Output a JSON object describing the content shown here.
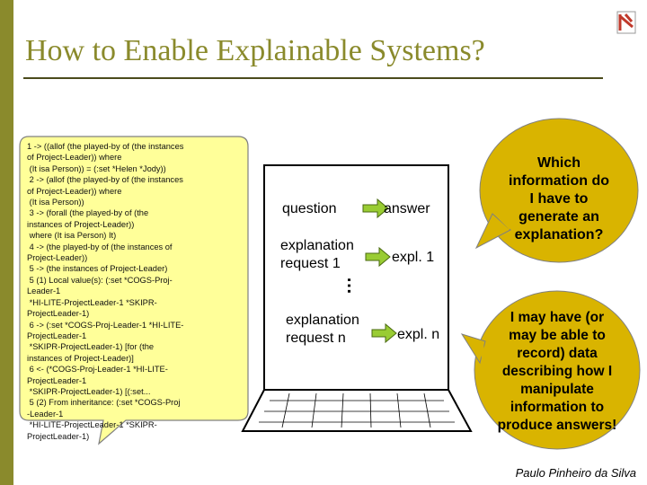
{
  "slide": {
    "title": "How to Enable Explainable Systems?",
    "author": "Paulo Pinheiro da Silva"
  },
  "trace": {
    "lines": [
      "1 -> ((allof (the played-by of (the instances",
      "of Project-Leader)) where",
      " (It isa Person)) = (:set *Helen *Jody))",
      " 2 -> (allof (the played-by of (the instances",
      "of Project-Leader)) where",
      " (It isa Person))",
      " 3 -> (forall (the played-by of (the",
      "instances of Project-Leader))",
      " where (It isa Person) It)",
      " 4 -> (the played-by of (the instances of",
      "Project-Leader))",
      " 5 -> (the instances of Project-Leader)",
      " 5 (1) Local value(s): (:set *COGS-Proj-",
      "Leader-1",
      " *HI-LITE-ProjectLeader-1 *SKIPR-",
      "ProjectLeader-1)",
      " 6 -> (:set *COGS-Proj-Leader-1 *HI-LITE-",
      "ProjectLeader-1",
      " *SKIPR-ProjectLeader-1) [for (the",
      "instances of Project-Leader)]",
      " 6 <- (*COGS-Proj-Leader-1 *HI-LITE-",
      "ProjectLeader-1",
      " *SKIPR-ProjectLeader-1) [(:set...",
      " 5 (2) From inheritance: (:set *COGS-Proj",
      "-Leader-1",
      " *HI-LITE-ProjectLeader-1 *SKIPR-",
      "ProjectLeader-1)"
    ]
  },
  "screen": {
    "question": "question",
    "answer": "answer",
    "explanation_request_1": [
      "explanation",
      "request 1"
    ],
    "expl_1": "expl. 1",
    "dots": "…",
    "explanation_request_n": [
      "explanation",
      "request n"
    ],
    "expl_n": "expl. n"
  },
  "bubbles": {
    "top": [
      "Which",
      "information do",
      "I have to",
      "generate an",
      "explanation?"
    ],
    "bottom": [
      "I may have (or",
      "may be able to",
      "record) data",
      "describing how I",
      "manipulate",
      "information to",
      "produce answers!"
    ]
  },
  "colors": {
    "accent": "#8a8a2c",
    "callout_fill": "#ffff99",
    "bubble_fill": "#d9b400",
    "arrow_fill": "#99cc33"
  }
}
